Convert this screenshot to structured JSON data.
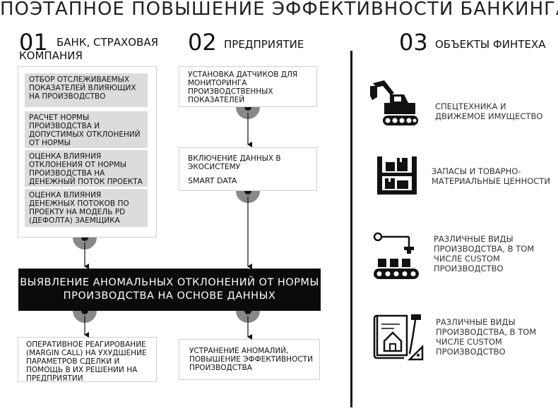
{
  "title": "ПОЭТАПНОЕ ПОВЫШЕНИЕ ЭФФЕКТИВНОСТИ БАНКИНГА",
  "columns": [
    {
      "num": "01",
      "head_line1": "БАНК, СТРАХОВАЯ",
      "head_line2": "КОМПАНИЯ"
    },
    {
      "num": "02",
      "head_line1": "ПРЕДПРИЯТИЕ"
    },
    {
      "num": "03",
      "head_line1": "ОБЪЕКТЫ ФИНТЕХА"
    }
  ],
  "bank_steps": [
    "ОТБОР ОТСЛЕЖИВАЕМЫХ ПОКАЗАТЕЛЕЙ ВЛИЯЮЩИХ НА ПРОИЗВОДСТВО",
    "РАСЧЕТ НОРМЫ ПРОИЗВОДСТВА И ДОПУСТИМЫХ ОТКЛОНЕНИЙ ОТ НОРМЫ",
    "ОЦЕНКА ВЛИЯНИЯ ОТКЛОНЕНИЯ ОТ НОРМЫ ПРОИЗВОДСТВА НА ДЕНЕЖНЫЙ ПОТОК ПРОЕКТА",
    "ОЦЕНКА ВЛИЯНИЯ ДЕНЕЖНЫХ ПОТОКОВ ПО ПРОЕКТУ НА МОДЕЛЬ PD (ДЕФОЛТА) ЗАЕМЩИКА"
  ],
  "enterprise_steps": [
    "УСТАНОВКА ДАТЧИКОВ ДЛЯ МОНИТОРИНГА ПРОИЗВОДСТВЕННЫХ ПОКАЗАТЕЛЕЙ",
    "ВКЛЮЧЕНИЕ ДАННЫХ В ЭКОСИСТЕМУ"
  ],
  "smart_data": "SMART DATA",
  "central_line1": "ВЫЯВЛЕНИЕ АНОМАЛЬНЫХ ОТКЛОНЕНИЙ ОТ НОРМЫ",
  "central_line2": "ПРОИЗВОДСТВА НА ОСНОВЕ ДАННЫХ",
  "outcome_bank": "ОПЕРАТИВНОЕ РЕАГИРОВАНИЕ (MARGIN CALL) НА УХУДШЕНИЕ ПАРАМЕТРОВ СДЕЛКИ И ПОМОЩЬ В ИХ РЕШЕНИИ НА ПРЕДПРИЯТИИ",
  "outcome_enterprise": "УСТРАНЕНИЕ АНОМАЛИЙ, ПОВЫШЕНИЕ ЭФФЕКТИВНОСТИ ПРОИЗВОДСТВА",
  "fintech_objects": [
    {
      "icon": "excavator-icon",
      "label": "СПЕЦТЕХНИКА И ДВИЖЕМОЕ ИМУЩЕСТВО"
    },
    {
      "icon": "warehouse-shelf-icon",
      "label": "ЗАПАСЫ И ТОВАРНО-МАТЕРИАЛЬНЫЕ ЦЕННОСТИ"
    },
    {
      "icon": "conveyor-icon",
      "label": "РАЗЛИЧНЫЕ ВИДЫ ПРОИЗВОДСТВА, В ТОМ ЧИСЛЕ CUSTOM ПРОИЗВОДСТВО"
    },
    {
      "icon": "blueprint-icon",
      "label": "РАЗЛИЧНЫЕ ВИДЫ ПРОИЗВОДСТВА, В ТОМ ЧИСЛЕ CUSTOM ПРОИЗВОДСТВО"
    }
  ],
  "colors": {
    "box_fill": "#dcdcdc",
    "bar_fill": "#0b0b0b",
    "connector": "#888888"
  }
}
